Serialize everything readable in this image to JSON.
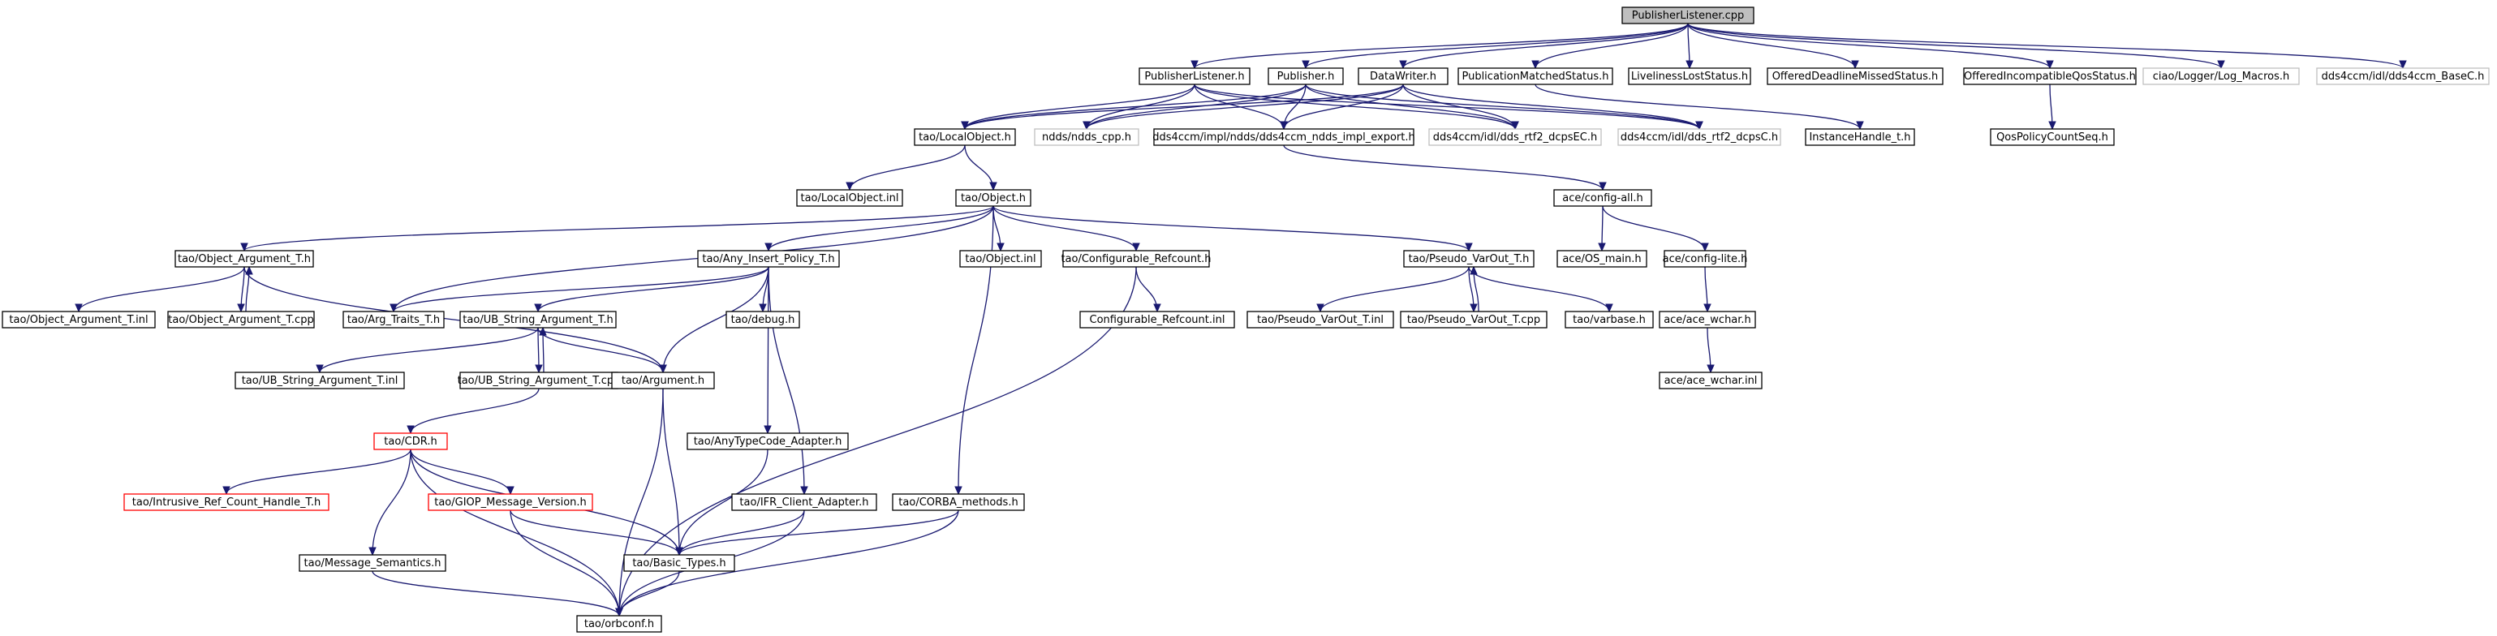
{
  "diagram": {
    "title": "PublisherListener.cpp include dependency graph",
    "nodes": [
      {
        "id": "n0",
        "label": "PublisherListener.cpp",
        "kind": "root"
      },
      {
        "id": "n1",
        "label": "PublisherListener.h",
        "kind": "normal"
      },
      {
        "id": "n2",
        "label": "Publisher.h",
        "kind": "normal"
      },
      {
        "id": "n3",
        "label": "DataWriter.h",
        "kind": "normal"
      },
      {
        "id": "n4",
        "label": "PublicationMatchedStatus.h",
        "kind": "normal"
      },
      {
        "id": "n5",
        "label": "LivelinessLostStatus.h",
        "kind": "normal"
      },
      {
        "id": "n6",
        "label": "OfferedDeadlineMissedStatus.h",
        "kind": "normal"
      },
      {
        "id": "n7",
        "label": "OfferedIncompatibleQosStatus.h",
        "kind": "normal"
      },
      {
        "id": "n8",
        "label": "ciao/Logger/Log_Macros.h",
        "kind": "missing"
      },
      {
        "id": "n9",
        "label": "dds4ccm/idl/dds4ccm_BaseC.h",
        "kind": "missing"
      },
      {
        "id": "n10",
        "label": "tao/LocalObject.h",
        "kind": "normal"
      },
      {
        "id": "n11",
        "label": "ndds/ndds_cpp.h",
        "kind": "missing"
      },
      {
        "id": "n12",
        "label": "dds4ccm/impl/ndds/dds4ccm_ndds_impl_export.h",
        "kind": "normal"
      },
      {
        "id": "n13",
        "label": "dds4ccm/idl/dds_rtf2_dcpsEC.h",
        "kind": "missing"
      },
      {
        "id": "n14",
        "label": "dds4ccm/idl/dds_rtf2_dcpsC.h",
        "kind": "missing"
      },
      {
        "id": "n15",
        "label": "InstanceHandle_t.h",
        "kind": "normal"
      },
      {
        "id": "n16",
        "label": "QosPolicyCountSeq.h",
        "kind": "normal"
      },
      {
        "id": "n17",
        "label": "tao/LocalObject.inl",
        "kind": "normal"
      },
      {
        "id": "n18",
        "label": "tao/Object.h",
        "kind": "normal"
      },
      {
        "id": "n19",
        "label": "ace/config-all.h",
        "kind": "normal"
      },
      {
        "id": "n20",
        "label": "tao/Object_Argument_T.h",
        "kind": "normal"
      },
      {
        "id": "n21",
        "label": "tao/Any_Insert_Policy_T.h",
        "kind": "normal"
      },
      {
        "id": "n22",
        "label": "tao/Object.inl",
        "kind": "normal"
      },
      {
        "id": "n23",
        "label": "tao/Configurable_Refcount.h",
        "kind": "normal"
      },
      {
        "id": "n24",
        "label": "tao/Pseudo_VarOut_T.h",
        "kind": "normal"
      },
      {
        "id": "n25",
        "label": "ace/OS_main.h",
        "kind": "normal"
      },
      {
        "id": "n26",
        "label": "ace/config-lite.h",
        "kind": "normal"
      },
      {
        "id": "n27",
        "label": "tao/Object_Argument_T.inl",
        "kind": "normal"
      },
      {
        "id": "n28",
        "label": "tao/Object_Argument_T.cpp",
        "kind": "normal"
      },
      {
        "id": "n29",
        "label": "tao/Arg_Traits_T.h",
        "kind": "normal"
      },
      {
        "id": "n30",
        "label": "tao/UB_String_Argument_T.h",
        "kind": "normal"
      },
      {
        "id": "n31",
        "label": "tao/debug.h",
        "kind": "normal"
      },
      {
        "id": "n32",
        "label": "Configurable_Refcount.inl",
        "kind": "normal"
      },
      {
        "id": "n33",
        "label": "tao/Pseudo_VarOut_T.inl",
        "kind": "normal"
      },
      {
        "id": "n34",
        "label": "tao/Pseudo_VarOut_T.cpp",
        "kind": "normal"
      },
      {
        "id": "n35",
        "label": "tao/varbase.h",
        "kind": "normal"
      },
      {
        "id": "n36",
        "label": "ace/ace_wchar.h",
        "kind": "normal"
      },
      {
        "id": "n37",
        "label": "tao/UB_String_Argument_T.inl",
        "kind": "normal"
      },
      {
        "id": "n38",
        "label": "tao/UB_String_Argument_T.cpp",
        "kind": "normal"
      },
      {
        "id": "n39",
        "label": "tao/Argument.h",
        "kind": "normal"
      },
      {
        "id": "n40",
        "label": "ace/ace_wchar.inl",
        "kind": "normal"
      },
      {
        "id": "n41",
        "label": "tao/CDR.h",
        "kind": "truncated"
      },
      {
        "id": "n42",
        "label": "tao/AnyTypeCode_Adapter.h",
        "kind": "normal"
      },
      {
        "id": "n43",
        "label": "tao/Intrusive_Ref_Count_Handle_T.h",
        "kind": "truncated"
      },
      {
        "id": "n44",
        "label": "tao/GIOP_Message_Version.h",
        "kind": "truncated"
      },
      {
        "id": "n45",
        "label": "tao/IFR_Client_Adapter.h",
        "kind": "normal"
      },
      {
        "id": "n46",
        "label": "tao/CORBA_methods.h",
        "kind": "normal"
      },
      {
        "id": "n47",
        "label": "tao/Message_Semantics.h",
        "kind": "normal"
      },
      {
        "id": "n48",
        "label": "tao/Basic_Types.h",
        "kind": "normal"
      },
      {
        "id": "n49",
        "label": "tao/orbconf.h",
        "kind": "normal"
      }
    ]
  }
}
